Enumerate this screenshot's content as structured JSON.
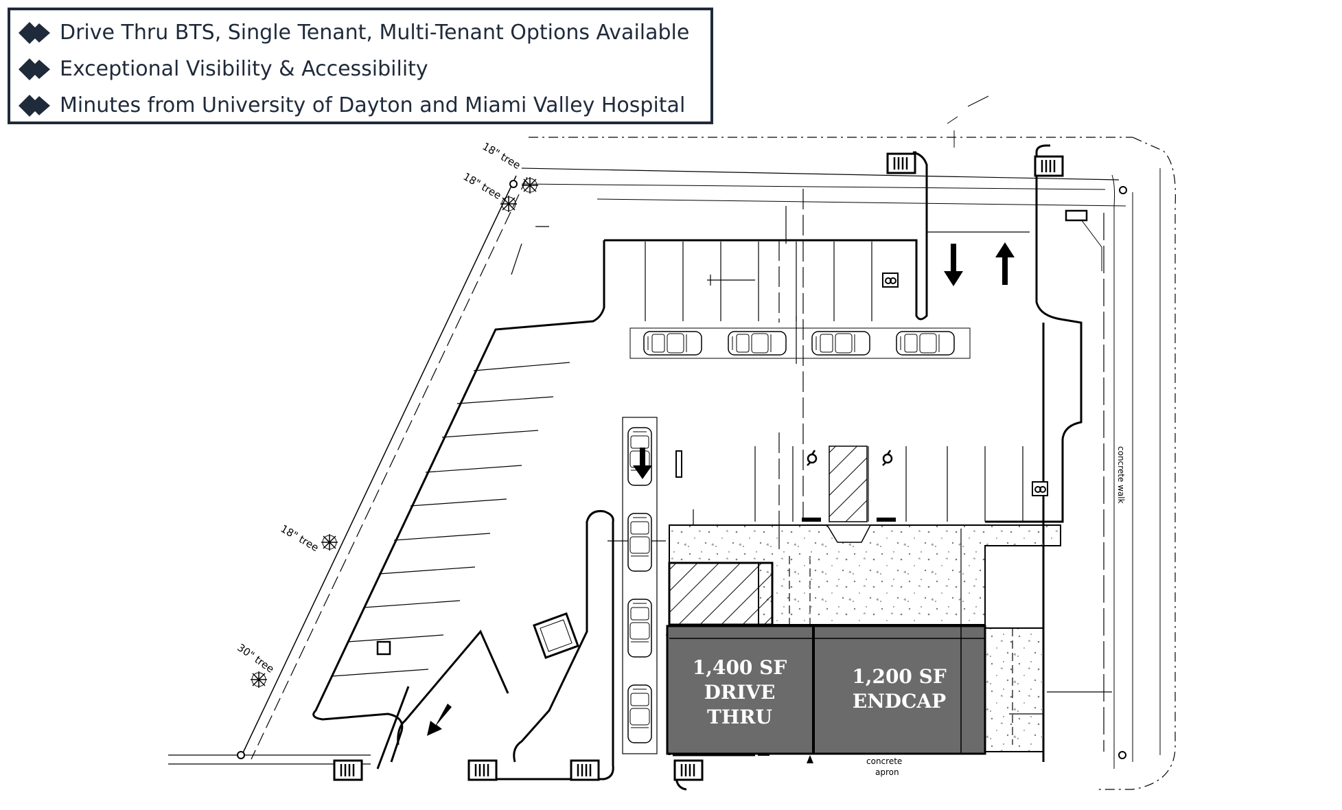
{
  "highlights": [
    {
      "text": "Drive Thru BTS, Single Tenant, Multi-Tenant Options Available",
      "icon": "double-diamond-icon"
    },
    {
      "text": "Exceptional Visibility & Accessibility",
      "icon": "double-diamond-icon"
    },
    {
      "text": "Minutes from University of Dayton and Miami Valley Hospital",
      "icon": "double-diamond-icon"
    }
  ],
  "units": [
    {
      "size": "1,400 SF",
      "line2": "DRIVE",
      "line3": "THRU"
    },
    {
      "size": "1,200 SF",
      "line2": "ENDCAP"
    }
  ],
  "tree_labels": [
    "18\" tree",
    "18\" tree",
    "18\" tree",
    "30\" tree"
  ],
  "site_labels": {
    "concrete_walk": "concrete walk",
    "concrete_apron_1": "concrete",
    "concrete_apron_2": "apron"
  },
  "colors": {
    "navy": "#1f2a3a",
    "building": "#6b6b6b"
  }
}
